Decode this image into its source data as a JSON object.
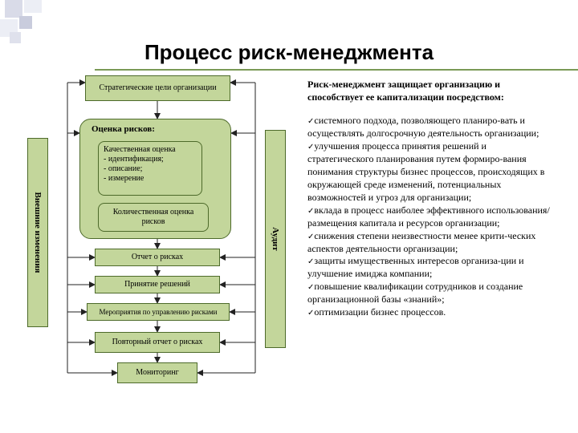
{
  "title": "Процесс риск-менеджмента",
  "diagram": {
    "strategic_goals": "Стратегические цели организации",
    "risk_assessment": {
      "label": "Оценка рисков:",
      "qualitative": [
        "Качественная оценка",
        "- идентификация;",
        "- описание;",
        "- измерение"
      ],
      "quantitative": [
        "Количественная оценка",
        "рисков"
      ]
    },
    "risk_report": "Отчет о рисках",
    "decision": "Принятие решений",
    "measures": "Мероприятия по управлению рисками",
    "repeat_report": "Повторный отчет о рисках",
    "monitoring": "Мониторинг",
    "external_changes": "Внешние изменения",
    "audit": "Аудит"
  },
  "right": {
    "heading": "Риск-менеджмент защищает организацию и способствует ее капитализации посредством:",
    "bullet_icon": "check-icon",
    "items": [
      "системного подхода, позволяющего планиро-вать и осуществлять долгосрочную деятельность организации;",
      "улучшения процесса принятия решений и стратегического планирования путем формиро-вания понимания структуры бизнес процессов, происходящих в окружающей среде изменений, потенциальных возможностей и угроз для организации;",
      "вклада в процесс наиболее эффективного использования/размещения капитала и ресурсов организации;",
      "снижения степени неизвестности менее крити-ческих аспектов деятельности организации;",
      "защиты имущественных интересов организа-ции и улучшение имиджа компании;",
      "повышение квалификации сотрудников и создание организационной базы «знаний»;",
      "оптимизации бизнес процессов."
    ]
  }
}
